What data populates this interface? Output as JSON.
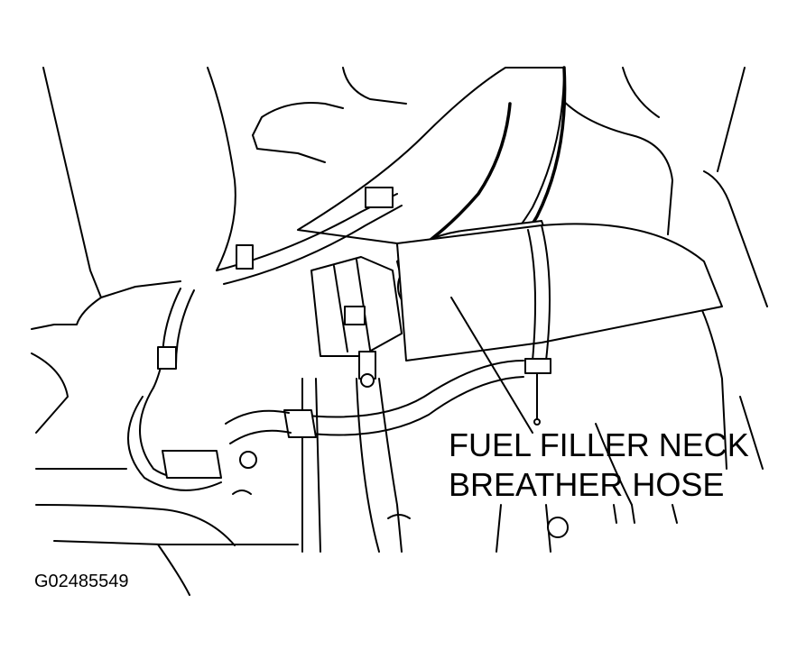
{
  "diagram": {
    "callout_label_line1": "FUEL FILLER NECK",
    "callout_label_line2": "BREATHER HOSE",
    "figure_code": "G02485549"
  },
  "colors": {
    "ink": "#000000",
    "paper": "#ffffff"
  }
}
